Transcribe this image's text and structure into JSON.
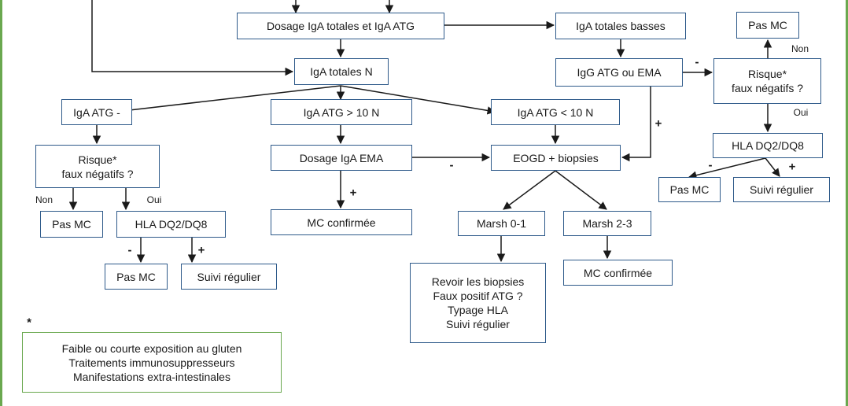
{
  "nodes": {
    "dosage_iga": "Dosage IgA totales et IgA ATG",
    "iga_basses": "IgA totales basses",
    "pas_mc_top": "Pas MC",
    "iga_n": "IgA totales N",
    "igg_atg": "IgG ATG ou EMA",
    "risque_right": "Risque*\nfaux négatifs ?",
    "iga_atg_neg": "IgA ATG -",
    "iga_atg_gt10": "IgA ATG > 10 N",
    "iga_atg_lt10": "IgA ATG < 10 N",
    "risque_left": "Risque*\nfaux négatifs ?",
    "dosage_ema": "Dosage IgA EMA",
    "eogd": "EOGD + biopsies",
    "hla_right": "HLA DQ2/DQ8",
    "pas_mc_right": "Pas MC",
    "suivi_right": "Suivi régulier",
    "pas_mc_left": "Pas MC",
    "hla_left": "HLA DQ2/DQ8",
    "mc_conf_mid": "MC confirmée",
    "marsh01": "Marsh 0-1",
    "marsh23": "Marsh 2-3",
    "pas_mc_bl": "Pas MC",
    "suivi_bl": "Suivi régulier",
    "revoir": "Revoir les biopsies\nFaux positif ATG ?\nTypage HLA\nSuivi régulier",
    "mc_conf_right": "MC confirmée",
    "footnote": "Faible ou courte exposition au gluten\nTraitements immunosuppresseurs\nManifestations extra-intestinales"
  },
  "labels": {
    "non_right": "Non",
    "oui_right": "Oui",
    "minus_igg": "-",
    "plus_igg": "+",
    "minus_ema": "-",
    "plus_ema": "+",
    "non_left": "Non",
    "oui_left": "Oui",
    "minus_hla_left": "-",
    "plus_hla_left": "+",
    "minus_hla_right": "-",
    "plus_hla_right": "+",
    "asterisk": "*"
  },
  "colors": {
    "box_border": "#2e5a8a",
    "note_border": "#6aa84f",
    "arrow": "#1a1a1a"
  }
}
